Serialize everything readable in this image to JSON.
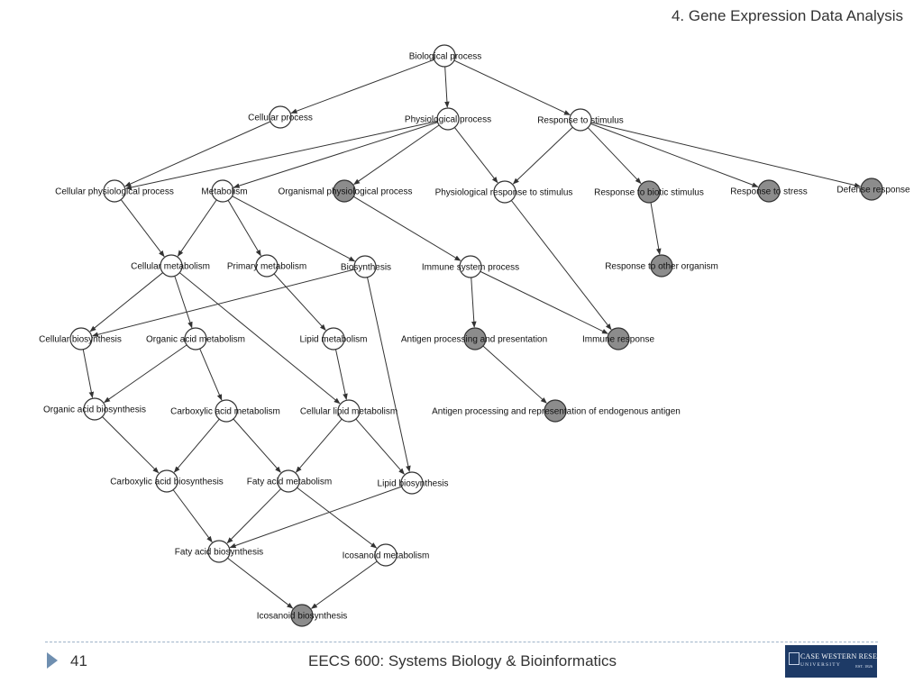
{
  "header": {
    "title": "4. Gene Expression Data Analysis"
  },
  "footer": {
    "page_number": "41",
    "course": "EECS 600: Systems Biology & Bioinformatics",
    "logo": {
      "line1": "CASE WESTERN RESERVE",
      "line2": "UNIVERSITY",
      "est": "EST. 1826"
    }
  },
  "colors": {
    "highlight_fill": "#8c8c8c",
    "normal_fill": "#ffffff",
    "stroke": "#333333",
    "accent": "#6f8fb0"
  },
  "nodes": [
    {
      "id": "biological_process",
      "label": "Biological process",
      "highlighted": false
    },
    {
      "id": "cellular_process",
      "label": "Cellular process",
      "highlighted": false
    },
    {
      "id": "physiological_process",
      "label": "Physiological process",
      "highlighted": false
    },
    {
      "id": "response_to_stimulus",
      "label": "Response to stimulus",
      "highlighted": false
    },
    {
      "id": "cellular_physiological_process",
      "label": "Cellular physiological process",
      "highlighted": false
    },
    {
      "id": "metabolism",
      "label": "Metabolism",
      "highlighted": false
    },
    {
      "id": "organismal_physiological_process",
      "label": "Organismal physiological process",
      "highlighted": true
    },
    {
      "id": "physiological_response_to_stimulus",
      "label": "Physiological response to stimulus",
      "highlighted": false
    },
    {
      "id": "response_to_biotic_stimulus",
      "label": "Response to biotic stimulus",
      "highlighted": true
    },
    {
      "id": "response_to_stress",
      "label": "Response to stress",
      "highlighted": true
    },
    {
      "id": "defense_response",
      "label": "Defense response",
      "highlighted": true
    },
    {
      "id": "response_to_other_organism",
      "label": "Response to other organism",
      "highlighted": true
    },
    {
      "id": "cellular_metabolism",
      "label": "Cellular metabolism",
      "highlighted": false
    },
    {
      "id": "primary_metabolism",
      "label": "Primary metabolism",
      "highlighted": false
    },
    {
      "id": "biosynthesis",
      "label": "Biosynthesis",
      "highlighted": false
    },
    {
      "id": "immune_system_process",
      "label": "Immune system process",
      "highlighted": false
    },
    {
      "id": "cellular_biosynthesis",
      "label": "Cellular biosynthesis",
      "highlighted": false
    },
    {
      "id": "organic_acid_metabolism",
      "label": "Organic acid metabolism",
      "highlighted": false
    },
    {
      "id": "lipid_metabolism",
      "label": "Lipid metabolism",
      "highlighted": false
    },
    {
      "id": "antigen_processing_and_presentation",
      "label": "Antigen processing and presentation",
      "highlighted": true
    },
    {
      "id": "immune_response",
      "label": "Immune response",
      "highlighted": true
    },
    {
      "id": "organic_acid_biosynthesis",
      "label": "Organic acid biosynthesis",
      "highlighted": false
    },
    {
      "id": "carboxylic_acid_metabolism",
      "label": "Carboxylic acid metabolism",
      "highlighted": false
    },
    {
      "id": "cellular_lipid_metabolism",
      "label": "Cellular lipid metabolism",
      "highlighted": false
    },
    {
      "id": "antigen_processing_endogenous",
      "label": "Antigen processing and representation of endogenous antigen",
      "highlighted": true
    },
    {
      "id": "carboxylic_acid_biosynthesis",
      "label": "Carboxylic acid biosynthesis",
      "highlighted": false
    },
    {
      "id": "faty_acid_metabolism",
      "label": "Faty acid metabolism",
      "highlighted": false
    },
    {
      "id": "lipid_biosynthesis",
      "label": "Lipid biosynthesis",
      "highlighted": false
    },
    {
      "id": "faty_acid_biosynthesis",
      "label": "Faty acid biosynthesis",
      "highlighted": false
    },
    {
      "id": "icosanoid_metabolism",
      "label": "Icosanoid metabolism",
      "highlighted": false
    },
    {
      "id": "icosanoid_biosynthesis",
      "label": "Icosanoid biosynthesis",
      "highlighted": true
    }
  ],
  "edges": [
    [
      "biological_process",
      "cellular_process"
    ],
    [
      "biological_process",
      "physiological_process"
    ],
    [
      "biological_process",
      "response_to_stimulus"
    ],
    [
      "cellular_process",
      "cellular_physiological_process"
    ],
    [
      "physiological_process",
      "cellular_physiological_process"
    ],
    [
      "physiological_process",
      "metabolism"
    ],
    [
      "physiological_process",
      "organismal_physiological_process"
    ],
    [
      "physiological_process",
      "physiological_response_to_stimulus"
    ],
    [
      "response_to_stimulus",
      "physiological_response_to_stimulus"
    ],
    [
      "response_to_stimulus",
      "response_to_biotic_stimulus"
    ],
    [
      "response_to_stimulus",
      "response_to_stress"
    ],
    [
      "response_to_stimulus",
      "defense_response"
    ],
    [
      "response_to_biotic_stimulus",
      "response_to_other_organism"
    ],
    [
      "cellular_physiological_process",
      "cellular_metabolism"
    ],
    [
      "metabolism",
      "cellular_metabolism"
    ],
    [
      "metabolism",
      "primary_metabolism"
    ],
    [
      "metabolism",
      "biosynthesis"
    ],
    [
      "organismal_physiological_process",
      "immune_system_process"
    ],
    [
      "physiological_response_to_stimulus",
      "immune_response"
    ],
    [
      "cellular_metabolism",
      "cellular_biosynthesis"
    ],
    [
      "cellular_metabolism",
      "organic_acid_metabolism"
    ],
    [
      "cellular_metabolism",
      "cellular_lipid_metabolism"
    ],
    [
      "biosynthesis",
      "cellular_biosynthesis"
    ],
    [
      "biosynthesis",
      "lipid_biosynthesis"
    ],
    [
      "primary_metabolism",
      "lipid_metabolism"
    ],
    [
      "immune_system_process",
      "antigen_processing_and_presentation"
    ],
    [
      "immune_system_process",
      "immune_response"
    ],
    [
      "cellular_biosynthesis",
      "organic_acid_biosynthesis"
    ],
    [
      "organic_acid_metabolism",
      "organic_acid_biosynthesis"
    ],
    [
      "organic_acid_metabolism",
      "carboxylic_acid_metabolism"
    ],
    [
      "lipid_metabolism",
      "cellular_lipid_metabolism"
    ],
    [
      "antigen_processing_and_presentation",
      "antigen_processing_endogenous"
    ],
    [
      "organic_acid_biosynthesis",
      "carboxylic_acid_biosynthesis"
    ],
    [
      "carboxylic_acid_metabolism",
      "carboxylic_acid_biosynthesis"
    ],
    [
      "carboxylic_acid_metabolism",
      "faty_acid_metabolism"
    ],
    [
      "cellular_lipid_metabolism",
      "faty_acid_metabolism"
    ],
    [
      "cellular_lipid_metabolism",
      "lipid_biosynthesis"
    ],
    [
      "carboxylic_acid_biosynthesis",
      "faty_acid_biosynthesis"
    ],
    [
      "faty_acid_metabolism",
      "faty_acid_biosynthesis"
    ],
    [
      "faty_acid_metabolism",
      "icosanoid_metabolism"
    ],
    [
      "lipid_biosynthesis",
      "faty_acid_biosynthesis"
    ],
    [
      "faty_acid_biosynthesis",
      "icosanoid_biosynthesis"
    ],
    [
      "icosanoid_metabolism",
      "icosanoid_biosynthesis"
    ]
  ]
}
